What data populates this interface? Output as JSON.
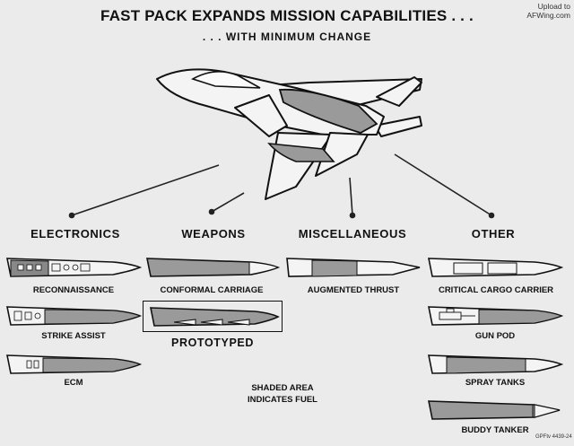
{
  "header": {
    "title": "FAST PACK EXPANDS MISSION CAPABILITIES . . .",
    "subtitle": ". . . WITH MINIMUM CHANGE"
  },
  "watermark": {
    "line1": "Upload to",
    "line2": "AFWing.com"
  },
  "categories": {
    "electronics": "ELECTRONICS",
    "weapons": "WEAPONS",
    "miscellaneous": "MISCELLANEOUS",
    "other": "OTHER"
  },
  "items": {
    "reconnaissance": "RECONNAISSANCE",
    "strike_assist": "STRIKE ASSIST",
    "ecm": "ECM",
    "conformal_carriage": "CONFORMAL CARRIAGE",
    "prototyped": "PROTOTYPED",
    "augmented_thrust": "AUGMENTED THRUST",
    "critical_cargo_carrier": "CRITICAL CARGO CARRIER",
    "gun_pod": "GUN POD",
    "spray_tanks": "SPRAY TANKS",
    "buddy_tanker": "BUDDY TANKER"
  },
  "legend": {
    "line1": "SHADED AREA",
    "line2": "INDICATES FUEL"
  },
  "figure_code": "GPFtv 4439-24"
}
